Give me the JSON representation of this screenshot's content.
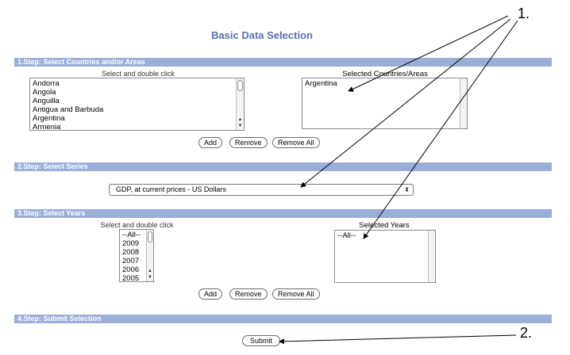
{
  "page_title": "Basic Data Selection",
  "step1": {
    "header": "1.Step: Select Countries and/or Areas",
    "hint": "Select and double click",
    "countries": [
      "Andorra",
      "Angola",
      "Anguilla",
      "Antigua and Barbuda",
      "Argentina",
      "Armenia"
    ],
    "selected_label": "Selected Countries/Areas",
    "selected": [
      "Argentina"
    ],
    "buttons": {
      "add": "Add",
      "remove": "Remove",
      "remove_all": "Remove All"
    }
  },
  "step2": {
    "header": "2.Step: Select Series",
    "selected_series": "GDP, at current prices - US Dollars"
  },
  "step3": {
    "header": "3.Step: Select Years",
    "hint": "Select and double click",
    "years": [
      "--All--",
      "2009",
      "2008",
      "2007",
      "2006",
      "2005"
    ],
    "selected_label": "Selected Years",
    "selected": [
      "--All--"
    ],
    "buttons": {
      "add": "Add",
      "remove": "Remove",
      "remove_all": "Remove All"
    }
  },
  "step4": {
    "header": "4.Step: Submit Selection",
    "submit_label": "Submit"
  },
  "annotations": {
    "label_1": "1.",
    "label_2": "2."
  },
  "colors": {
    "title": "#5a72a8",
    "step_bar": "#9aaed8"
  }
}
